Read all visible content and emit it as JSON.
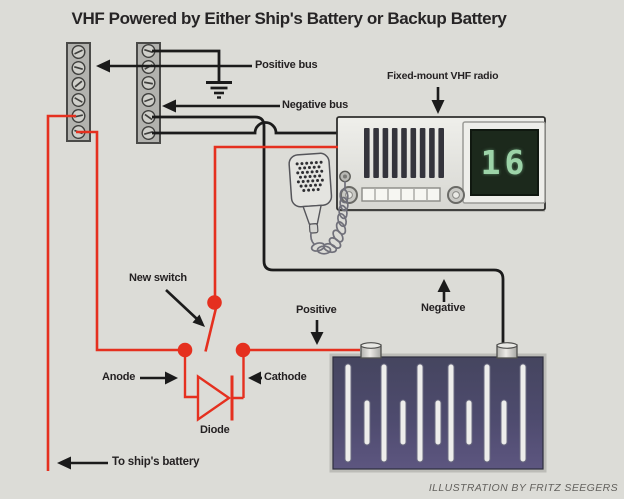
{
  "diagram": {
    "title": "VHF Powered by Either Ship's Battery or Backup Battery",
    "credit": "ILLUSTRATION BY FRITZ SEEGERS",
    "callouts": {
      "positive_bus": "Positive bus",
      "negative_bus": "Negative bus",
      "vhf_radio": "Fixed-mount VHF radio",
      "new_switch": "New switch",
      "positive": "Positive",
      "negative": "Negative",
      "anode": "Anode",
      "cathode": "Cathode",
      "diode": "Diode",
      "to_ships_battery": "To ship's battery"
    },
    "radio": {
      "display_value": "16"
    },
    "colors": {
      "background": "#dcdcd7",
      "wire_positive": "#e5301f",
      "wire_negative": "#1b1b1b",
      "battery_body": "#4e4b6e",
      "display_screen": "#1c291c",
      "display_digits": "#9cd3a8",
      "label_text": "#242122",
      "credit_text": "#64625e"
    }
  }
}
